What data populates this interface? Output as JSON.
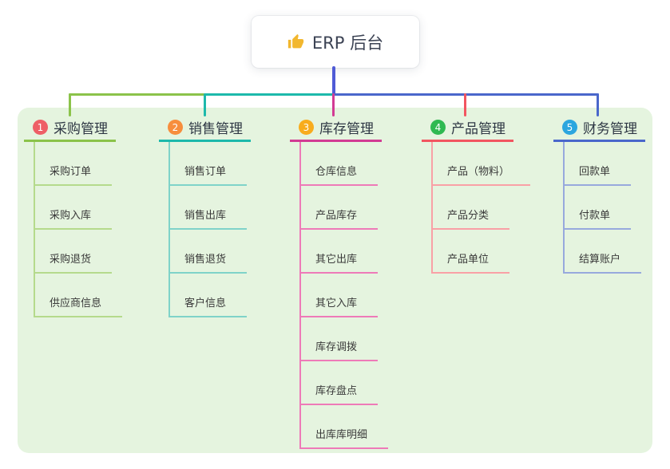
{
  "root": {
    "label": "ERP 后台",
    "icon": "thumbs-up-icon",
    "icon_color": "#f2b72e"
  },
  "colors": {
    "canvas_bg": "#ffffff",
    "container_bg": "#e5f4df",
    "root_connector": "#4f5bd6",
    "root_text": "#3c4354",
    "branch_text": "#2e3744",
    "child_text": "#3a3a3a"
  },
  "branches": [
    {
      "number": "1",
      "label": "采购管理",
      "badge_color": "#ee5f66",
      "line_color": "#8bc34a",
      "child_line_color": "#b5da8c",
      "children": [
        "采购订单",
        "采购入库",
        "采购退货",
        "供应商信息"
      ]
    },
    {
      "number": "2",
      "label": "销售管理",
      "badge_color": "#f78e3d",
      "line_color": "#1db9ab",
      "child_line_color": "#7fd3c9",
      "children": [
        "销售订单",
        "销售出库",
        "销售退货",
        "客户信息"
      ]
    },
    {
      "number": "3",
      "label": "库存管理",
      "badge_color": "#f8ac1d",
      "line_color": "#d23b94",
      "child_line_color": "#ee7ab8",
      "children": [
        "仓库信息",
        "产品库存",
        "其它出库",
        "其它入库",
        "库存调拨",
        "库存盘点",
        "出库库明细"
      ]
    },
    {
      "number": "4",
      "label": "产品管理",
      "badge_color": "#2fb951",
      "line_color": "#f25560",
      "child_line_color": "#f9a0a6",
      "children": [
        "产品（物料）",
        "产品分类",
        "产品单位"
      ]
    },
    {
      "number": "5",
      "label": "财务管理",
      "badge_color": "#2ba6df",
      "line_color": "#4a67cb",
      "child_line_color": "#97a9dd",
      "children": [
        "回款单",
        "付款单",
        "结算账户"
      ]
    }
  ]
}
